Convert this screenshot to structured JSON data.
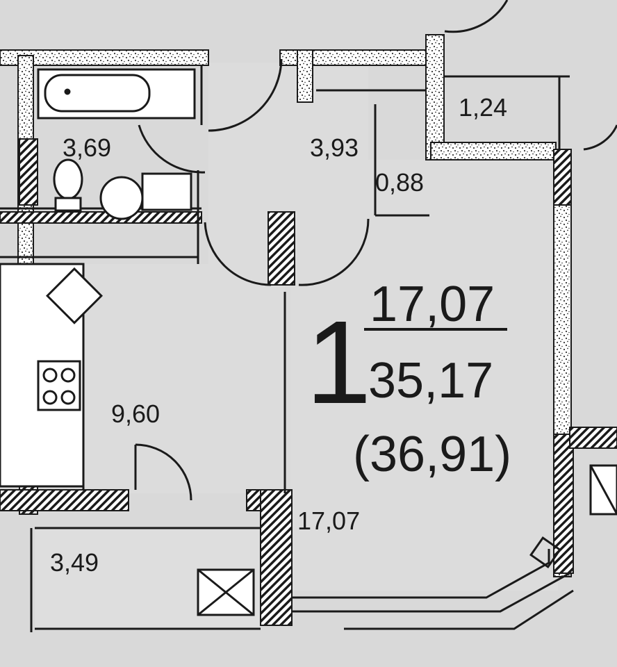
{
  "plan": {
    "rooms": {
      "bathroom_area": "3,69",
      "hall_area": "3,93",
      "closet_area": "0,88",
      "balcony_top_area": "1,24",
      "kitchen_area": "9,60",
      "room_area": "17,07",
      "loggia_area": "3,49"
    },
    "summary": {
      "room_count": "1",
      "living_area": "17,07",
      "total_area": "35,17",
      "total_with_balcony": "(36,91)"
    }
  },
  "colors": {
    "background": "#d9d9d9",
    "floor_fill": "#dcdcdc",
    "wall_dark": "#1a1a1a",
    "wall_fill": "#ffffff"
  }
}
